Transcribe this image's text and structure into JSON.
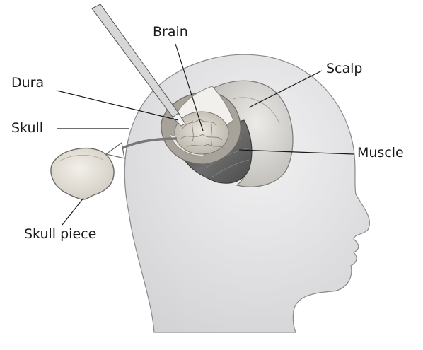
{
  "labels": {
    "brain": "Brain",
    "scalp": "Scalp",
    "dura": "Dura",
    "skull": "Skull",
    "muscle": "Muscle",
    "skull_piece": "Skull piece"
  },
  "colors": {
    "head_fill": "#e2e2e4",
    "head_outline": "#7a7a7a",
    "scalp_fill": "#d9d7d4",
    "muscle_fill": "#5c5c5c",
    "brain_fill": "#d6d2ca",
    "dura_fill": "#efeeea",
    "skull_piece_fill": "#e6e2dc",
    "leader_line": "#1a1a1a"
  },
  "icons": [
    "instrument-icon",
    "arrow-icon"
  ]
}
